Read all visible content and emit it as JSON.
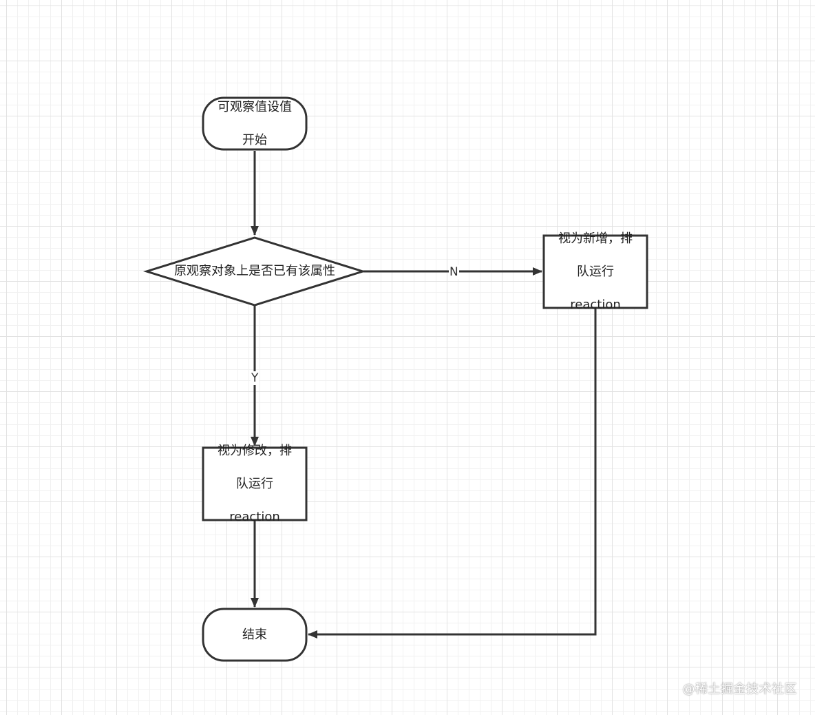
{
  "nodes": {
    "start": {
      "line1": "可观察值设值",
      "line2": "开始"
    },
    "decision": {
      "text": "原观察对象上是否已有该属性"
    },
    "add": {
      "line1": "视为新增，排",
      "line2": "队运行",
      "line3": "reaction"
    },
    "modify": {
      "line1": "视为修改，排",
      "line2": "队运行",
      "line3": "reaction"
    },
    "end": {
      "text": "结束"
    }
  },
  "edges": {
    "no_label": "N",
    "yes_label": "Y"
  },
  "watermark": "@稀土掘金技术社区",
  "colors": {
    "stroke": "#333333",
    "grid_major": "#e2e2e2",
    "grid_minor": "#f1f1f1"
  }
}
